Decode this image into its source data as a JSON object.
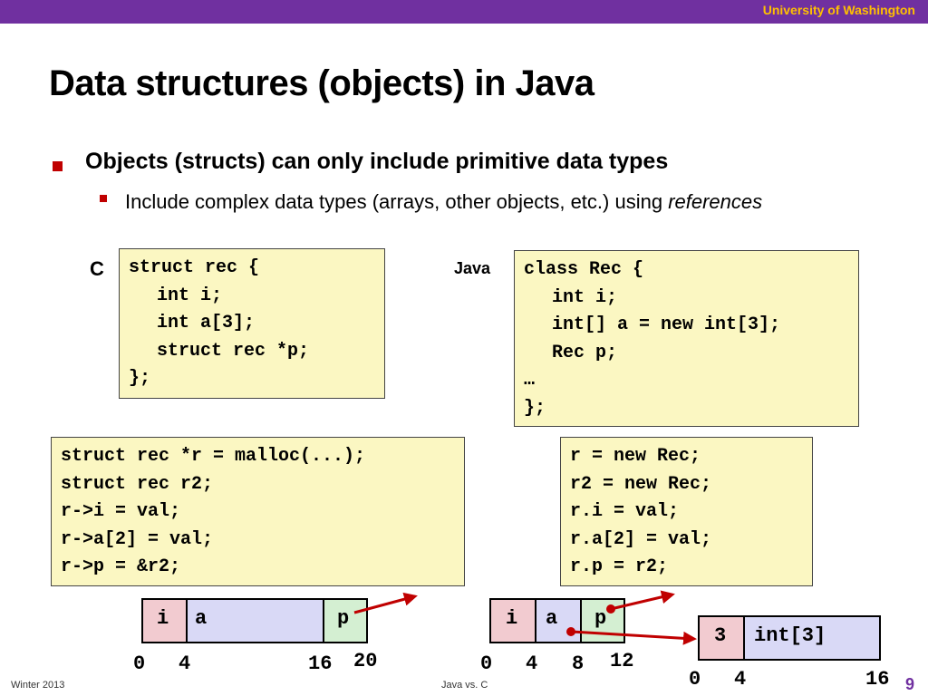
{
  "header": {
    "institution": "University of Washington"
  },
  "slide": {
    "title": "Data structures (objects) in Java",
    "bullet1": "Objects (structs) can only include primitive data types",
    "bullet2_text": "Include complex data types (arrays, other objects, etc.) using ",
    "bullet2_emph": "references"
  },
  "labels": {
    "c": "C",
    "java": "Java"
  },
  "c_struct": {
    "line1": "struct rec {",
    "line2": "int i;",
    "line3": "int a[3];",
    "line4": "struct rec *p;",
    "line5": "};"
  },
  "java_class": {
    "line1": "class Rec {",
    "line2": "int i;",
    "line3": "int[] a = new int[3];",
    "line4": "Rec p;",
    "line5": "…",
    "line6": "};"
  },
  "c_code": {
    "line1": "struct rec *r = malloc(...);",
    "line2": "struct rec r2;",
    "line3": "r->i = val;",
    "line4": "r->a[2] = val;",
    "line5": "r->p = &r2;"
  },
  "java_code": {
    "line1": "r = new Rec;",
    "line2": "r2 = new Rec;",
    "line3": "r.i = val;",
    "line4": "r.a[2] = val;",
    "line5": "r.p = r2;"
  },
  "c_layout": {
    "fields": [
      "i",
      "a",
      "p"
    ],
    "offsets": [
      "0",
      "4",
      "16",
      "20"
    ]
  },
  "java_layout": {
    "fields": [
      "i",
      "a",
      "p"
    ],
    "offsets": [
      "0",
      "4",
      "8",
      "12"
    ]
  },
  "array_layout": {
    "fields": [
      "3",
      "int[3]"
    ],
    "offsets": [
      "0",
      "4",
      "16"
    ]
  },
  "colors": {
    "topbar": "#7030a0",
    "institution": "#ffc000",
    "bullet": "#c00000",
    "arrow": "#c00000",
    "code_bg": "#fbf7c2",
    "cell_pink": "#f2cbd0",
    "cell_lavender": "#d9d9f6",
    "cell_green": "#d4efd2"
  },
  "footer": {
    "left": "Winter 2013",
    "center": "Java vs. C",
    "page": "9"
  }
}
